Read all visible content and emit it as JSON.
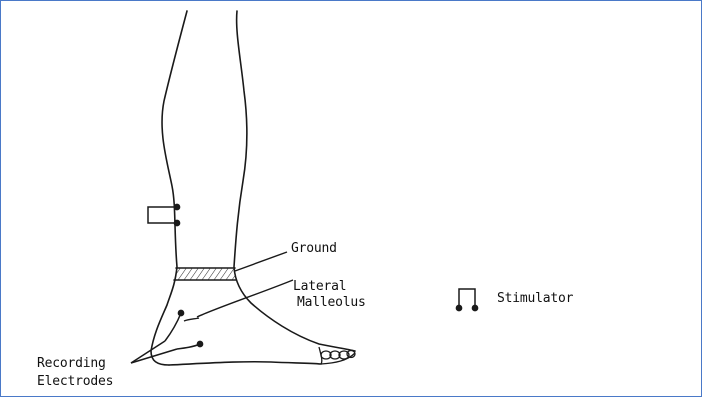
{
  "labels": {
    "ground": "Ground",
    "lateral": "Lateral",
    "malleolus": "Malleolus",
    "stimulator": "Stimulator",
    "recording": "Recording",
    "electrodes": "Electrodes"
  }
}
